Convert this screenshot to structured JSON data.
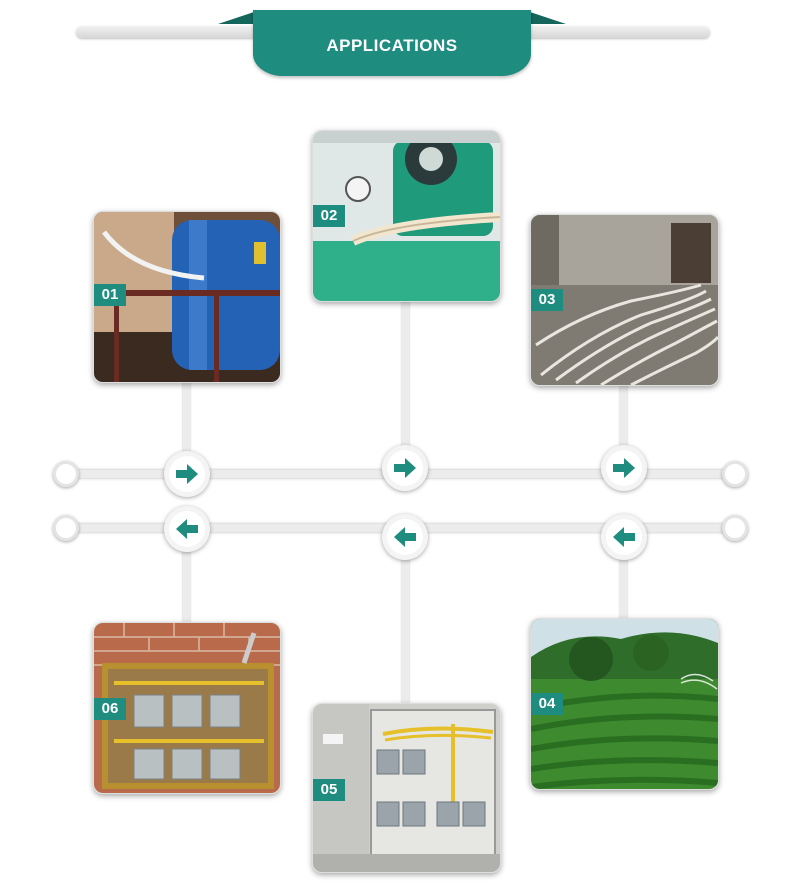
{
  "header": {
    "title": "APPLICATIONS"
  },
  "applications": [
    {
      "number": "01",
      "photo": "air-compressor-tank"
    },
    {
      "number": "02",
      "photo": "compressor-pump-hose"
    },
    {
      "number": "03",
      "photo": "floor-heating-pipes"
    },
    {
      "number": "04",
      "photo": "tea-field-irrigation"
    },
    {
      "number": "05",
      "photo": "gas-meter-cabinet"
    },
    {
      "number": "06",
      "photo": "gas-meters-wall"
    }
  ],
  "colors": {
    "accent": "#1e8c7e",
    "line": "#ececec"
  },
  "icons": {
    "forward": "arrow-right-icon",
    "back": "arrow-left-icon"
  }
}
